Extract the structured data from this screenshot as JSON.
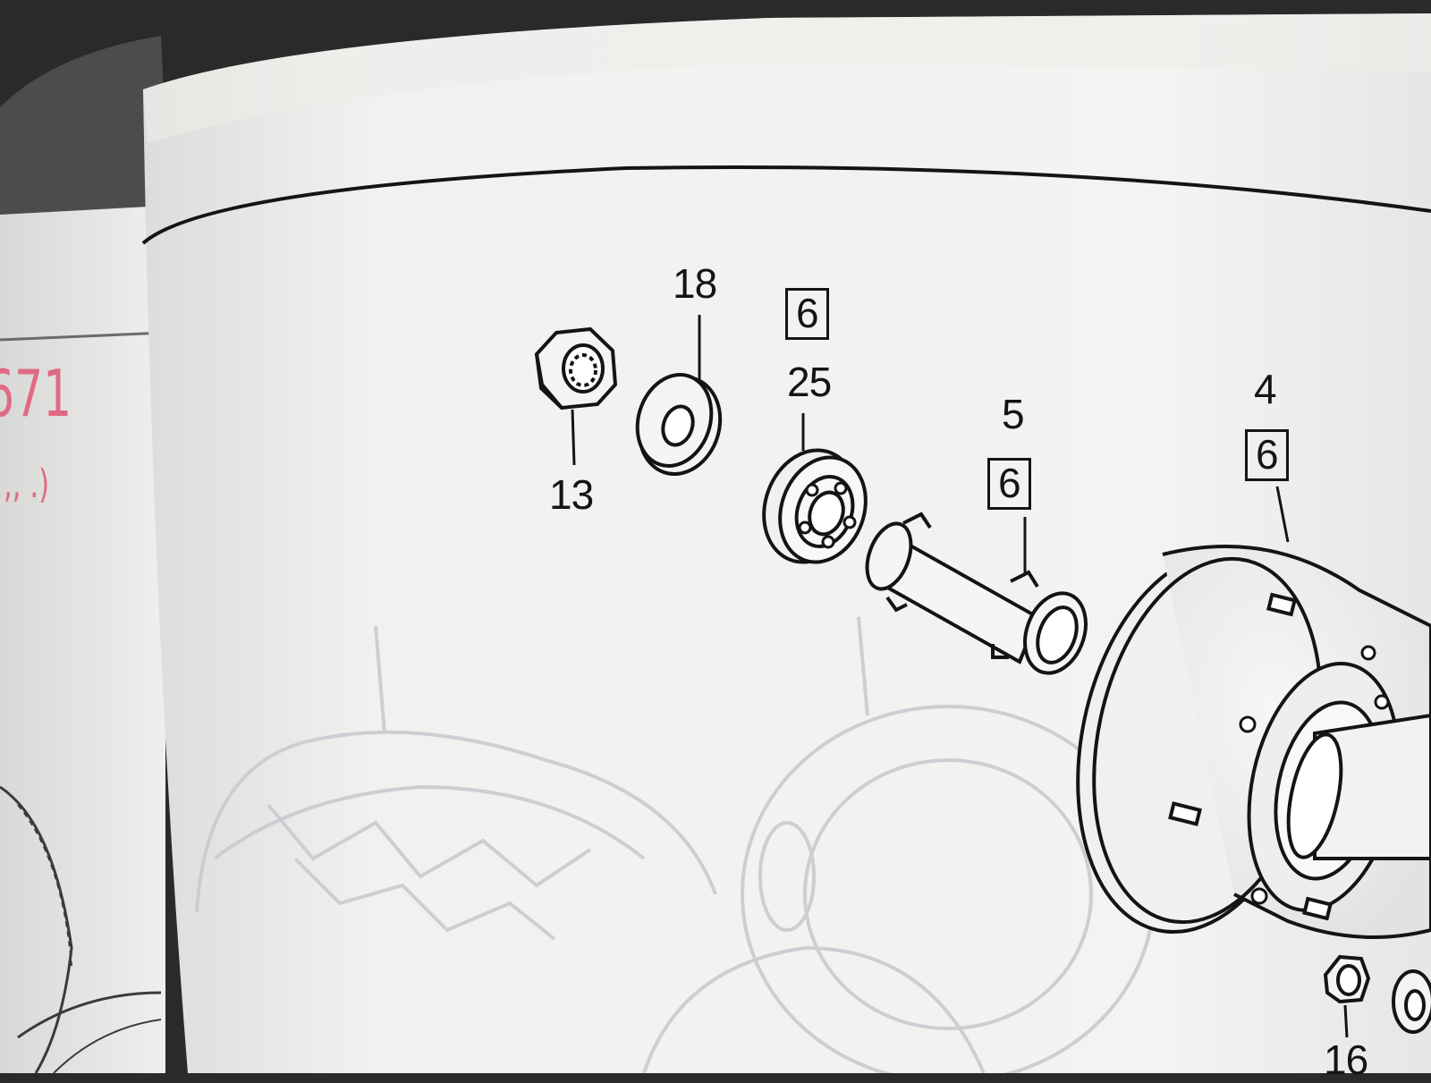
{
  "photo": {
    "subject": "photo of a printed exploded-view parts diagram of a wheel hub assembly",
    "colors": {
      "paper": "#f2f2f0",
      "paper_shadow": "#d9d9d6",
      "ink": "#141414",
      "faint_ink": "#c8cad0",
      "pink_ink": "#e06a84",
      "background": "#2a2a2a"
    }
  },
  "left_page": {
    "handwritten_number": "671",
    "handwritten_marks": ",, .)"
  },
  "callouts": {
    "nut": {
      "number": "13"
    },
    "washer": {
      "number": "18"
    },
    "bearing": {
      "number": "25",
      "group_box": "6"
    },
    "spacer": {
      "number": "5",
      "group_box": "6"
    },
    "hub": {
      "number": "4",
      "group_box": "6"
    },
    "small_nut": {
      "number": "16"
    }
  },
  "icons": [
    "hex-nut-icon",
    "washer-icon",
    "bearing-icon",
    "spacer-sleeve-icon",
    "wheel-hub-icon"
  ]
}
